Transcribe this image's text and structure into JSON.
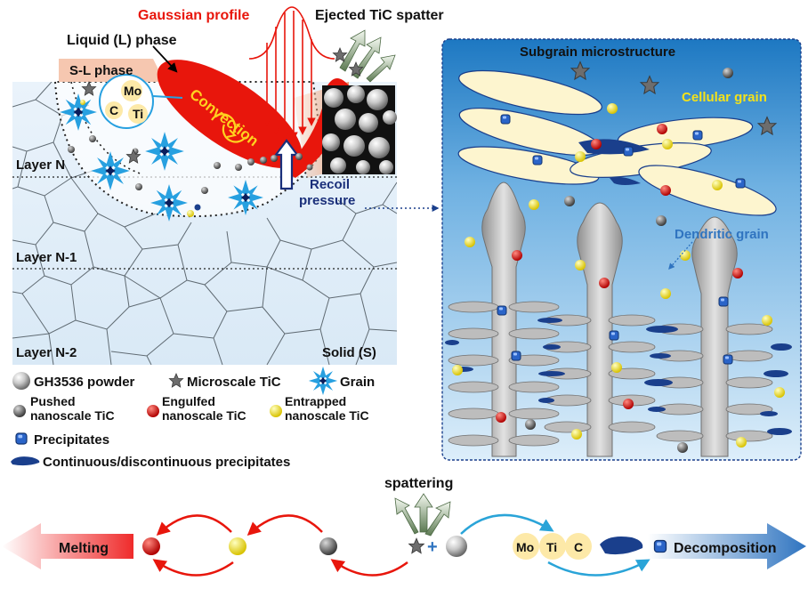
{
  "melt_pool": {
    "gaussian_label": "Gaussian profile",
    "spatter_label": "Ejected TiC spatter",
    "liquid_label": "Liquid (L) phase",
    "sl_label": "S-L phase",
    "convection_label": "Convection",
    "recoil_label_1": "Recoil",
    "recoil_label_2": "pressure",
    "solute": [
      "Mo",
      "C",
      "Ti"
    ],
    "layers": [
      "Layer N",
      "Layer N-1",
      "Layer N-2"
    ],
    "solid_label": "Solid (S)"
  },
  "legend": {
    "powder": "GH3536 powder",
    "micro_tic": "Microscale TiC",
    "grain": "Grain",
    "pushed_1": "Pushed",
    "pushed_2": "nanoscale TiC",
    "engulfed_1": "Engulfed",
    "engulfed_2": "nanoscale TiC",
    "entrapped_1": "Entrapped",
    "entrapped_2": "nanoscale TiC",
    "precipitates": "Precipitates",
    "continuous": "Continuous/discontinuous precipitates"
  },
  "subgrain": {
    "title": "Subgrain microstructure",
    "cellular": "Cellular grain",
    "dendritic": "Dendritic grain"
  },
  "process": {
    "melting": "Melting",
    "spattering": "spattering",
    "decomposition": "Decomposition",
    "elements": [
      "Mo",
      "Ti",
      "C"
    ]
  },
  "colors": {
    "melt_red": "#e8160c",
    "panel_blue": "#b9d8ee",
    "cell_fill": "#fdf5cf",
    "precip_blue": "#1a3f8c",
    "nano_yellow": "#f4e21a",
    "nano_red": "#e01414",
    "label_blue": "#2f74c0"
  }
}
